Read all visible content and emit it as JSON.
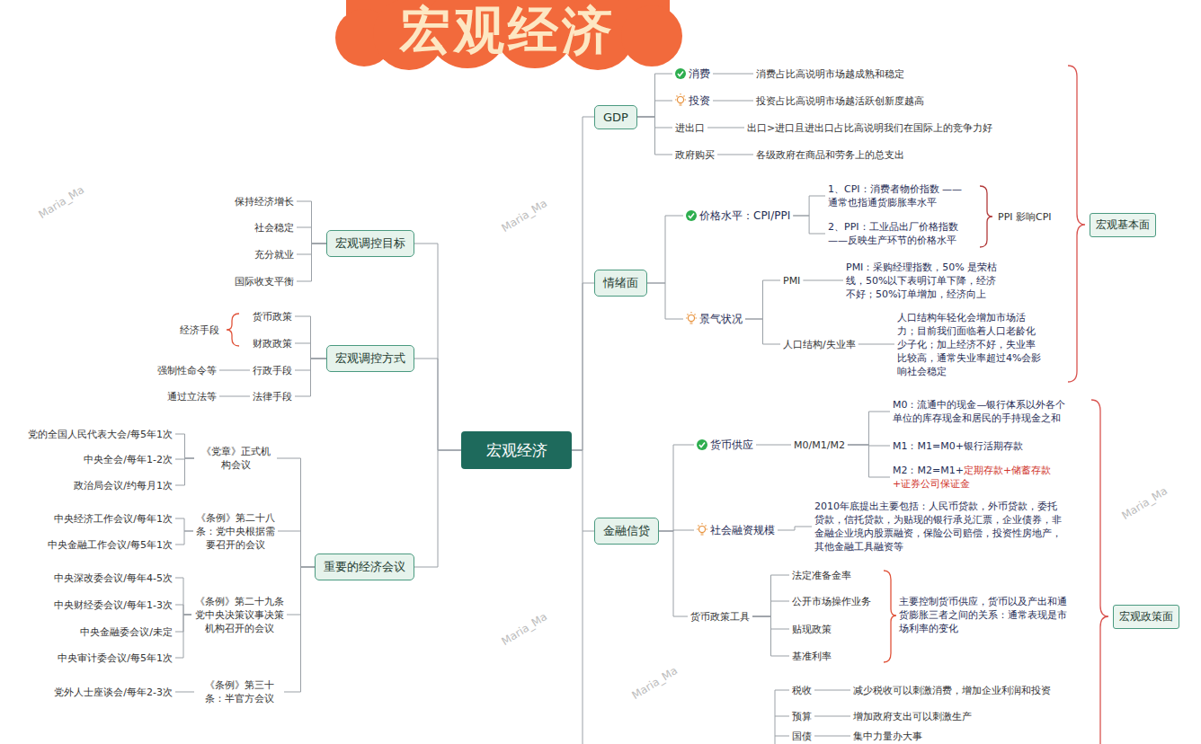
{
  "diagram": {
    "title": "宏观经济",
    "nodes": [
      {
        "text": [
          "宏观经济"
        ]
      },
      {
        "text": [
          "宏观调控目标"
        ]
      },
      {
        "text": [
          "保持经济增长"
        ]
      },
      {
        "text": [
          "社会稳定"
        ]
      },
      {
        "text": [
          "充分就业"
        ]
      },
      {
        "text": [
          "国际收支平衡"
        ]
      },
      {
        "text": [
          "宏观调控方式"
        ]
      },
      {
        "text": [
          "货币政策"
        ]
      },
      {
        "text": [
          "财政政策"
        ]
      },
      {
        "text": [
          "行政手段"
        ]
      },
      {
        "text": [
          "法律手段"
        ]
      },
      {
        "text": [
          "强制性命令等"
        ]
      },
      {
        "text": [
          "通过立法等"
        ]
      },
      {
        "text": [
          "重要的经济会议"
        ]
      },
      {
        "text": [
          "《党章》正式机构会议"
        ]
      },
      {
        "text": [
          "党的全国人民代表大会/每5年1次"
        ]
      },
      {
        "text": [
          "中央全会/每年1-2次"
        ]
      },
      {
        "text": [
          "政治局会议/约每月1次"
        ]
      },
      {
        "text": [
          "《条例》第二十八条：党中央根据需要召开的会议"
        ]
      },
      {
        "text": [
          "中央经济工作会议/每年1次"
        ]
      },
      {
        "text": [
          "中央金融工作会议/每5年1次"
        ]
      },
      {
        "text": [
          "《条例》第二十九条党中央决策议事决策机构召开的会议"
        ]
      },
      {
        "text": [
          "中央深改委会议/每年4-5次"
        ]
      },
      {
        "text": [
          "中央财经委会议/每年1-3次"
        ]
      },
      {
        "text": [
          "中央金融委会议/未定"
        ]
      },
      {
        "text": [
          "中央审计委会议/每5年1次"
        ]
      },
      {
        "text": [
          "《条例》第三十条：半官方会议"
        ]
      },
      {
        "text": [
          "党外人士座谈会/每年2-3次"
        ]
      },
      {
        "text": [
          "GDP"
        ]
      },
      {
        "text": [
          "消费"
        ]
      },
      {
        "text": [
          "消费占比高说明市场越成熟和稳定"
        ]
      },
      {
        "text": [
          "投资"
        ]
      },
      {
        "text": [
          "投资占比高说明市场越活跃创新度越高"
        ]
      },
      {
        "text": [
          "进出口"
        ]
      },
      {
        "text": [
          "出口>进口且进出口占比高说明我们在国际上的竞争力好"
        ]
      },
      {
        "text": [
          "政府购买"
        ]
      },
      {
        "text": [
          "各级政府在商品和劳务上的总支出"
        ]
      },
      {
        "text": [
          "情绪面"
        ]
      },
      {
        "text": [
          "价格水平：CPI/PPI"
        ]
      },
      {
        "text": [
          "1、CPI：消费者物价指数 ——通常也指通货膨胀率水平"
        ]
      },
      {
        "text": [
          "2、PPI：工业品出厂价格指数 ——反映生产环节的价格水平"
        ]
      },
      {
        "text": [
          "景气状况"
        ]
      },
      {
        "text": [
          "PMI"
        ]
      },
      {
        "text": [
          "PMI：采购经理指数，50% 是荣枯线，50%以下表明订单下降，经济不好；50%订单增加，经济向上"
        ]
      },
      {
        "text": [
          "人口结构/失业率"
        ]
      },
      {
        "text": [
          "人口结构年轻化会增加市场活力；目前我们面临着人口老龄化少子化；加上经济不好，失业率比较高，通常失业率超过4%会影响社会稳定"
        ]
      },
      {
        "text": [
          "金融信贷"
        ]
      },
      {
        "text": [
          "货币供应"
        ]
      },
      {
        "text": [
          "M0/M1/M2"
        ]
      },
      {
        "text": [
          "M0：流通中的现金—银行体系以外各个单位的库存现金和居民的手持现金之和"
        ]
      },
      {
        "text": [
          "M1：M1=M0+银行活期存款"
        ]
      },
      {
        "text": [
          "M2：M2=M1+",
          "定期存款+储蓄存款+证券公司保证金"
        ]
      },
      {
        "text": [
          "社会融资规模"
        ]
      },
      {
        "text": [
          "2010年底提出主要包括：人民币贷款，外币贷款，委托贷款，信托贷款，为贴现的银行承兑汇票，企业债券，非金融企业境内股票融资，保险公司赔偿，投资性房地产，其他金融工具融资等"
        ]
      },
      {
        "text": [
          "货币政策工具"
        ]
      },
      {
        "text": [
          "法定准备金率"
        ]
      },
      {
        "text": [
          "公开市场操作业务"
        ]
      },
      {
        "text": [
          "贴现政策"
        ]
      },
      {
        "text": [
          "基准利率"
        ]
      },
      {
        "text": [
          "税收"
        ]
      },
      {
        "text": [
          "减少税收可以刺激消费，增加企业利润和投资"
        ]
      },
      {
        "text": [
          "预算"
        ]
      },
      {
        "text": [
          "增加政府支出可以刺激生产"
        ]
      },
      {
        "text": [
          "国债"
        ]
      },
      {
        "text": [
          "集中力量办大事"
        ]
      },
      {
        "text": [
          "宏观基本面"
        ]
      },
      {
        "text": [
          "宏观政策面"
        ]
      }
    ],
    "edges": [
      {
        "from": 0,
        "to": 1,
        "arrow": "none"
      },
      {
        "from": 0,
        "to": 6,
        "arrow": "none"
      },
      {
        "from": 0,
        "to": 13,
        "arrow": "none"
      },
      {
        "from": 0,
        "to": 28,
        "arrow": "none"
      },
      {
        "from": 0,
        "to": 37,
        "arrow": "none"
      },
      {
        "from": 0,
        "to": 46,
        "arrow": "none"
      },
      {
        "from": 1,
        "to": 2,
        "arrow": "none"
      },
      {
        "from": 1,
        "to": 3,
        "arrow": "none"
      },
      {
        "from": 1,
        "to": 4,
        "arrow": "none"
      },
      {
        "from": 1,
        "to": 5,
        "arrow": "none"
      },
      {
        "from": 6,
        "to": 7,
        "arrow": "none"
      },
      {
        "from": 6,
        "to": 8,
        "arrow": "none"
      },
      {
        "from": 6,
        "to": 9,
        "arrow": "none"
      },
      {
        "from": 6,
        "to": 10,
        "arrow": "none"
      },
      {
        "from": 9,
        "to": 11,
        "arrow": "none"
      },
      {
        "from": 10,
        "to": 12,
        "arrow": "none"
      },
      {
        "from": 13,
        "to": 14,
        "arrow": "none"
      },
      {
        "from": 13,
        "to": 18,
        "arrow": "none"
      },
      {
        "from": 13,
        "to": 21,
        "arrow": "none"
      },
      {
        "from": 13,
        "to": 26,
        "arrow": "none"
      },
      {
        "from": 14,
        "to": 15,
        "arrow": "none"
      },
      {
        "from": 14,
        "to": 16,
        "arrow": "none"
      },
      {
        "from": 14,
        "to": 17,
        "arrow": "none"
      },
      {
        "from": 18,
        "to": 19,
        "arrow": "none"
      },
      {
        "from": 18,
        "to": 20,
        "arrow": "none"
      },
      {
        "from": 21,
        "to": 22,
        "arrow": "none"
      },
      {
        "from": 21,
        "to": 23,
        "arrow": "none"
      },
      {
        "from": 21,
        "to": 24,
        "arrow": "none"
      },
      {
        "from": 21,
        "to": 25,
        "arrow": "none"
      },
      {
        "from": 26,
        "to": 27,
        "arrow": "none"
      },
      {
        "from": 28,
        "to": 29,
        "arrow": "none"
      },
      {
        "from": 28,
        "to": 31,
        "arrow": "none"
      },
      {
        "from": 28,
        "to": 33,
        "arrow": "none"
      },
      {
        "from": 28,
        "to": 35,
        "arrow": "none"
      },
      {
        "from": 29,
        "to": 30,
        "arrow": "none"
      },
      {
        "from": 31,
        "to": 32,
        "arrow": "none"
      },
      {
        "from": 33,
        "to": 34,
        "arrow": "none"
      },
      {
        "from": 35,
        "to": 36,
        "arrow": "none"
      },
      {
        "from": 37,
        "to": 38,
        "arrow": "none"
      },
      {
        "from": 37,
        "to": 41,
        "arrow": "none"
      },
      {
        "from": 38,
        "to": 39,
        "arrow": "none"
      },
      {
        "from": 38,
        "to": 40,
        "arrow": "none"
      },
      {
        "from": 41,
        "to": 42,
        "arrow": "none"
      },
      {
        "from": 41,
        "to": 44,
        "arrow": "none"
      },
      {
        "from": 42,
        "to": 43,
        "arrow": "none"
      },
      {
        "from": 44,
        "to": 45,
        "arrow": "none"
      },
      {
        "from": 46,
        "to": 47,
        "arrow": "none"
      },
      {
        "from": 46,
        "to": 52,
        "arrow": "none"
      },
      {
        "from": 46,
        "to": 54,
        "arrow": "none"
      },
      {
        "from": 47,
        "to": 48,
        "arrow": "none"
      },
      {
        "from": 48,
        "to": 49,
        "arrow": "none"
      },
      {
        "from": 48,
        "to": 50,
        "arrow": "none"
      },
      {
        "from": 48,
        "to": 51,
        "arrow": "none"
      },
      {
        "from": 52,
        "to": 53,
        "arrow": "none"
      },
      {
        "from": 54,
        "to": 55,
        "arrow": "none"
      },
      {
        "from": 54,
        "to": 56,
        "arrow": "none"
      },
      {
        "from": 54,
        "to": 57,
        "arrow": "none"
      },
      {
        "from": 54,
        "to": 58,
        "arrow": "none"
      },
      {
        "from": 59,
        "to": 60,
        "arrow": "none"
      },
      {
        "from": 61,
        "to": 62,
        "arrow": "none"
      },
      {
        "from": 63,
        "to": 64,
        "arrow": "none"
      }
    ],
    "labels": [
      "经济手段",
      "PPI 影响CPI",
      "主要控制货币供应，货币以及产出和通货膨胀三者之间的关系：通常表现是市场利率的变化",
      "Maria_Ma",
      "Maria_Ma",
      "Maria_Ma",
      "Maria_Ma",
      "Maria_Ma"
    ]
  }
}
